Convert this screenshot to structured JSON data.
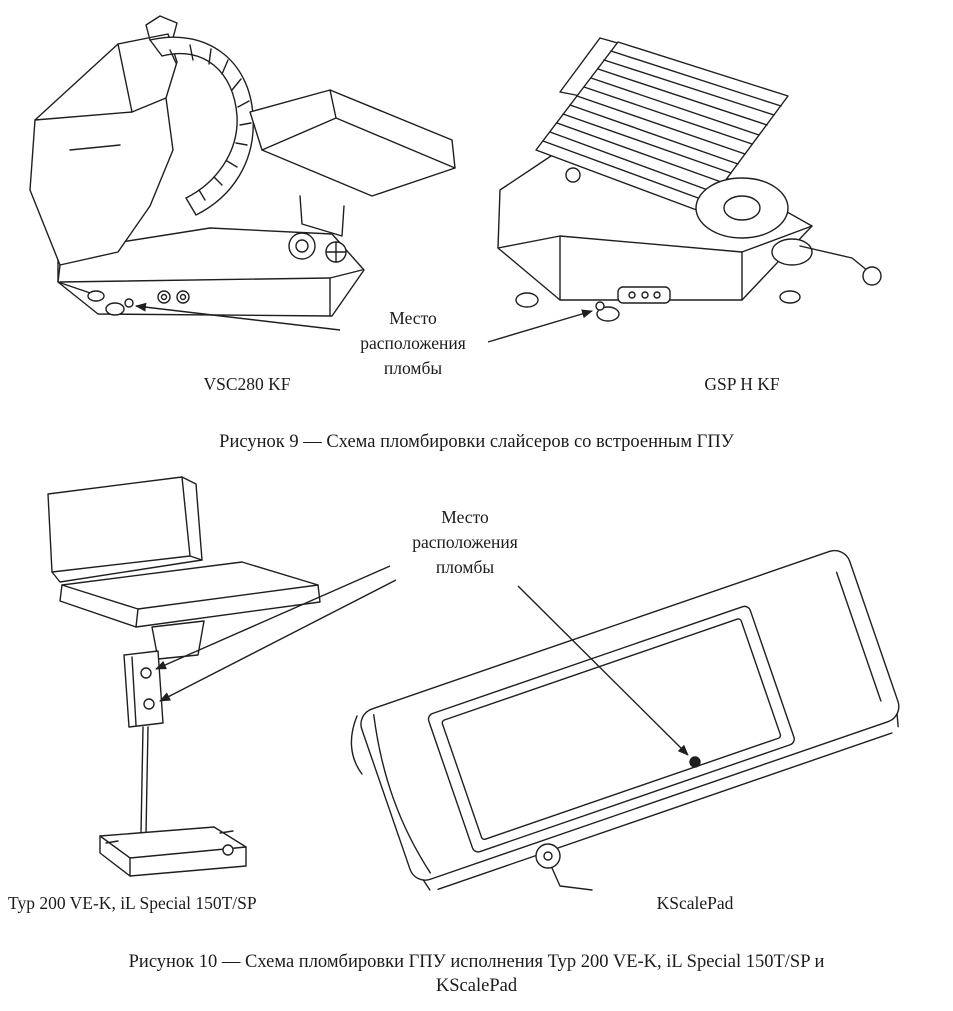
{
  "page": {
    "background": "#ffffff",
    "ink": "#1f1f1f"
  },
  "figure9": {
    "seal_label": "Место расположения пломбы",
    "left_machine_label": "VSC280 KF",
    "right_machine_label": "GSP H KF",
    "caption": "Рисунок 9 — Схема пломбировки слайсеров со встроенным ГПУ"
  },
  "figure10": {
    "seal_label": "Место расположения пломбы",
    "left_machine_label": "Typ 200 VE-K, iL Special 150T/SP",
    "right_machine_label": "KScalePad",
    "caption_line1": "Рисунок 10 — Схема пломбировки ГПУ исполнения Typ 200 VE-K, iL Special 150T/SP и",
    "caption_line2": "KScalePad"
  }
}
